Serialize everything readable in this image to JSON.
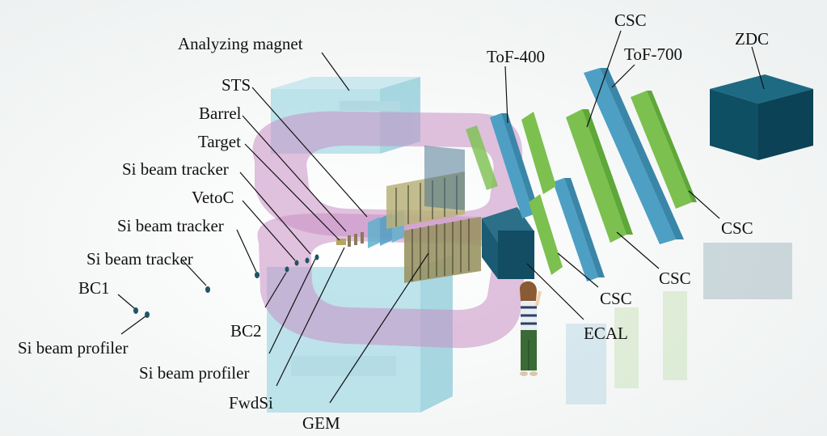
{
  "labels": {
    "analyzing_magnet": "Analyzing magnet",
    "sts": "STS",
    "barrel": "Barrel",
    "target": "Target",
    "si_beam_tracker_1": "Si beam tracker",
    "vetoc": "VetoC",
    "si_beam_tracker_2": "Si beam tracker",
    "si_beam_tracker_3": "Si beam tracker",
    "bc1": "BC1",
    "si_beam_profiler_1": "Si beam profiler",
    "bc2": "BC2",
    "si_beam_profiler_2": "Si beam profiler",
    "fwdsi": "FwdSi",
    "gem": "GEM",
    "tof400": "ToF-400",
    "csc_top": "CSC",
    "tof700": "ToF-700",
    "zdc": "ZDC",
    "csc_right": "CSC",
    "csc_mid": "CSC",
    "csc_low": "CSC",
    "ecal": "ECAL"
  },
  "colors": {
    "magnet": "#a9dbe6",
    "coil": "#c890c4",
    "tof": "#4d9fc4",
    "csc": "#7cc04f",
    "zdc": "#0e4f63",
    "ecal": "#124d63",
    "gem": "#9a9464",
    "beam_detector": "#1f5566"
  }
}
